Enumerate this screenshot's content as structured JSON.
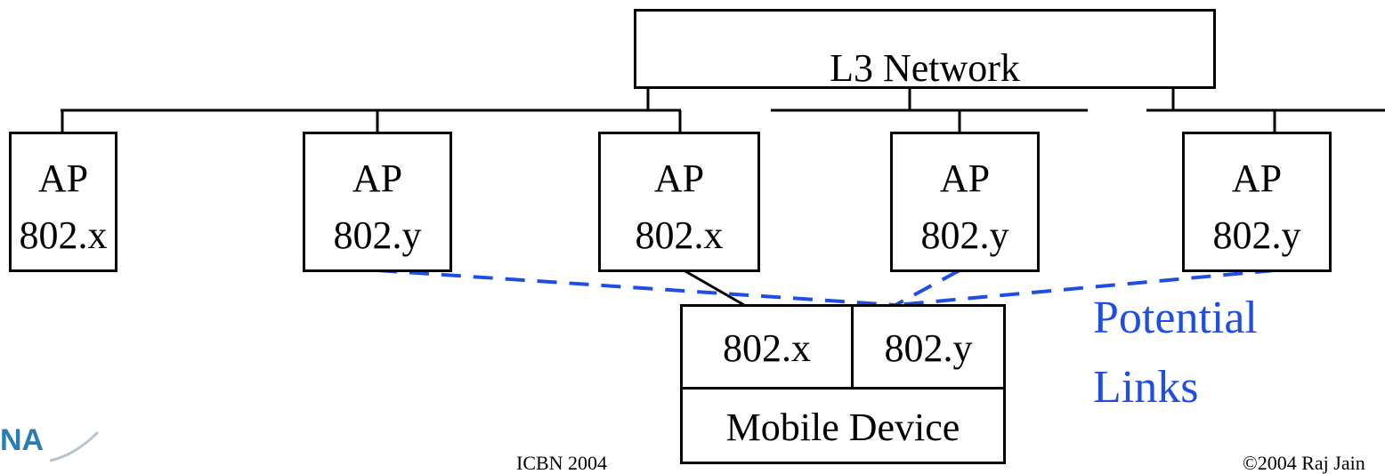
{
  "network": {
    "label": "L3 Network"
  },
  "access_points": [
    {
      "name": "AP",
      "standard": "802.x"
    },
    {
      "name": "AP",
      "standard": "802.y"
    },
    {
      "name": "AP",
      "standard": "802.x"
    },
    {
      "name": "AP",
      "standard": "802.y"
    },
    {
      "name": "AP",
      "standard": "802.y"
    }
  ],
  "mobile_device": {
    "interface_x": "802.x",
    "interface_y": "802.y",
    "label": "Mobile Device"
  },
  "potential_links": {
    "line1": "Potential",
    "line2": "Links"
  },
  "footer": {
    "conference": "ICBN 2004",
    "copyright": "©2004 Raj Jain"
  },
  "logo": {
    "text": "NA"
  },
  "colors": {
    "link_line": "#1f4ee0",
    "box_border": "#000000",
    "logo": "#2a7db0"
  }
}
